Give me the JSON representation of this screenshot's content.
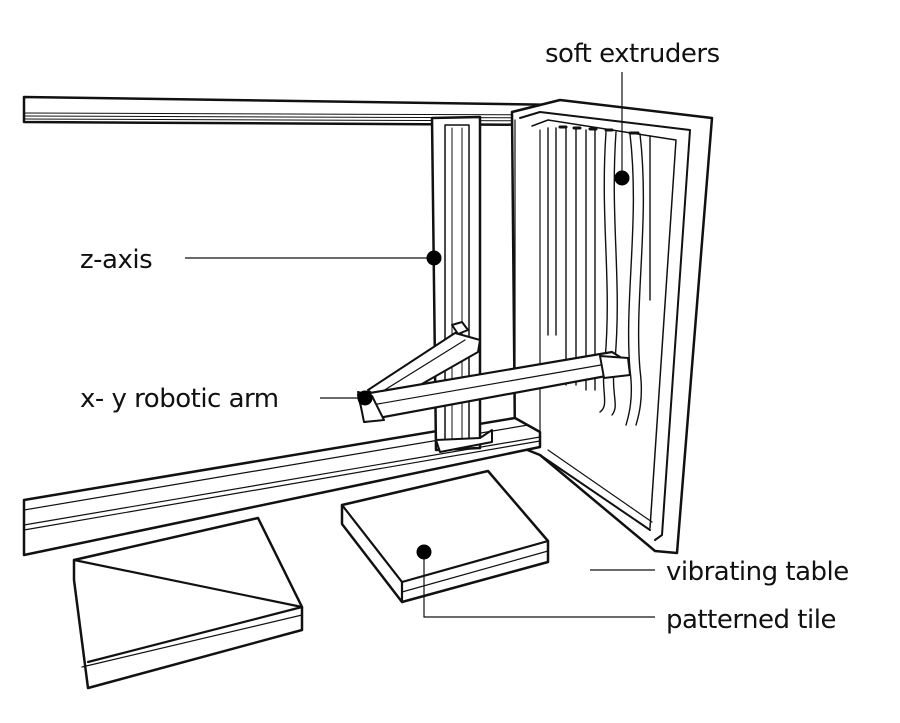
{
  "diagram": {
    "labels": {
      "soft_extruders": "soft extruders",
      "z_axis": "z-axis",
      "xy_arm": "x- y robotic arm",
      "vibrating_table": "vibrating table",
      "patterned_tile": "patterned tile"
    },
    "colors": {
      "line": "#111111",
      "background": "#ffffff"
    }
  }
}
